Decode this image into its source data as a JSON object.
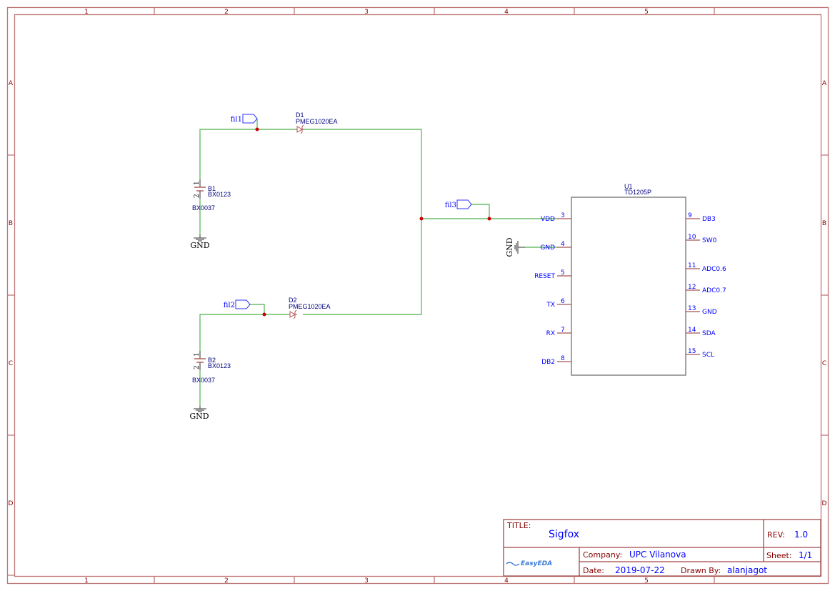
{
  "sheet": {
    "columns": [
      "1",
      "2",
      "3",
      "4",
      "5"
    ],
    "rows": [
      "A",
      "B",
      "C",
      "D"
    ],
    "colors": {
      "frame": "#c07878",
      "frame_text": "#880000",
      "wire": "#6abd6a",
      "junction": "#cc0000",
      "pin": "#b47070",
      "component_body": "#707070",
      "text_blue": "#0000ff",
      "text_navy": "#000080"
    }
  },
  "components": {
    "D1": {
      "ref": "D1",
      "value": "PMEG1020EA"
    },
    "D2": {
      "ref": "D2",
      "value": "PMEG1020EA"
    },
    "B1": {
      "ref": "B1",
      "value": "BX0123",
      "package": "BX0037",
      "pin1": "1",
      "pin2": "2"
    },
    "B2": {
      "ref": "B2",
      "value": "BX0123",
      "package": "BX0037",
      "pin1": "1",
      "pin2": "2"
    },
    "U1": {
      "ref": "U1",
      "value": "TD1205P",
      "left_pins": [
        {
          "num": "3",
          "name": "VDD"
        },
        {
          "num": "4",
          "name": "GND"
        },
        {
          "num": "5",
          "name": "RESET"
        },
        {
          "num": "6",
          "name": "TX"
        },
        {
          "num": "7",
          "name": "RX"
        },
        {
          "num": "8",
          "name": "DB2"
        }
      ],
      "right_pins": [
        {
          "num": "9",
          "name": "DB3"
        },
        {
          "num": "10",
          "name": "SW0"
        },
        {
          "num": "11",
          "name": "ADC0.6"
        },
        {
          "num": "12",
          "name": "ADC0.7"
        },
        {
          "num": "13",
          "name": "GND"
        },
        {
          "num": "14",
          "name": "SDA"
        },
        {
          "num": "15",
          "name": "SCL"
        }
      ]
    }
  },
  "net_ports": {
    "fil1": "fil1",
    "fil2": "fil2",
    "fil3": "fil3"
  },
  "power": {
    "gnd1": "GND",
    "gnd2": "GND",
    "gnd3": "GND"
  },
  "title_block": {
    "title_label": "TITLE:",
    "title": "Sigfox",
    "rev_label": "REV:",
    "rev": "1.0",
    "company_label": "Company:",
    "company": "UPC Vilanova",
    "sheet_label": "Sheet:",
    "sheet": "1/1",
    "date_label": "Date:",
    "date": "2019-07-22",
    "drawn_by_label": "Drawn By:",
    "drawn_by": "alanjagot",
    "logo": "EasyEDA"
  }
}
